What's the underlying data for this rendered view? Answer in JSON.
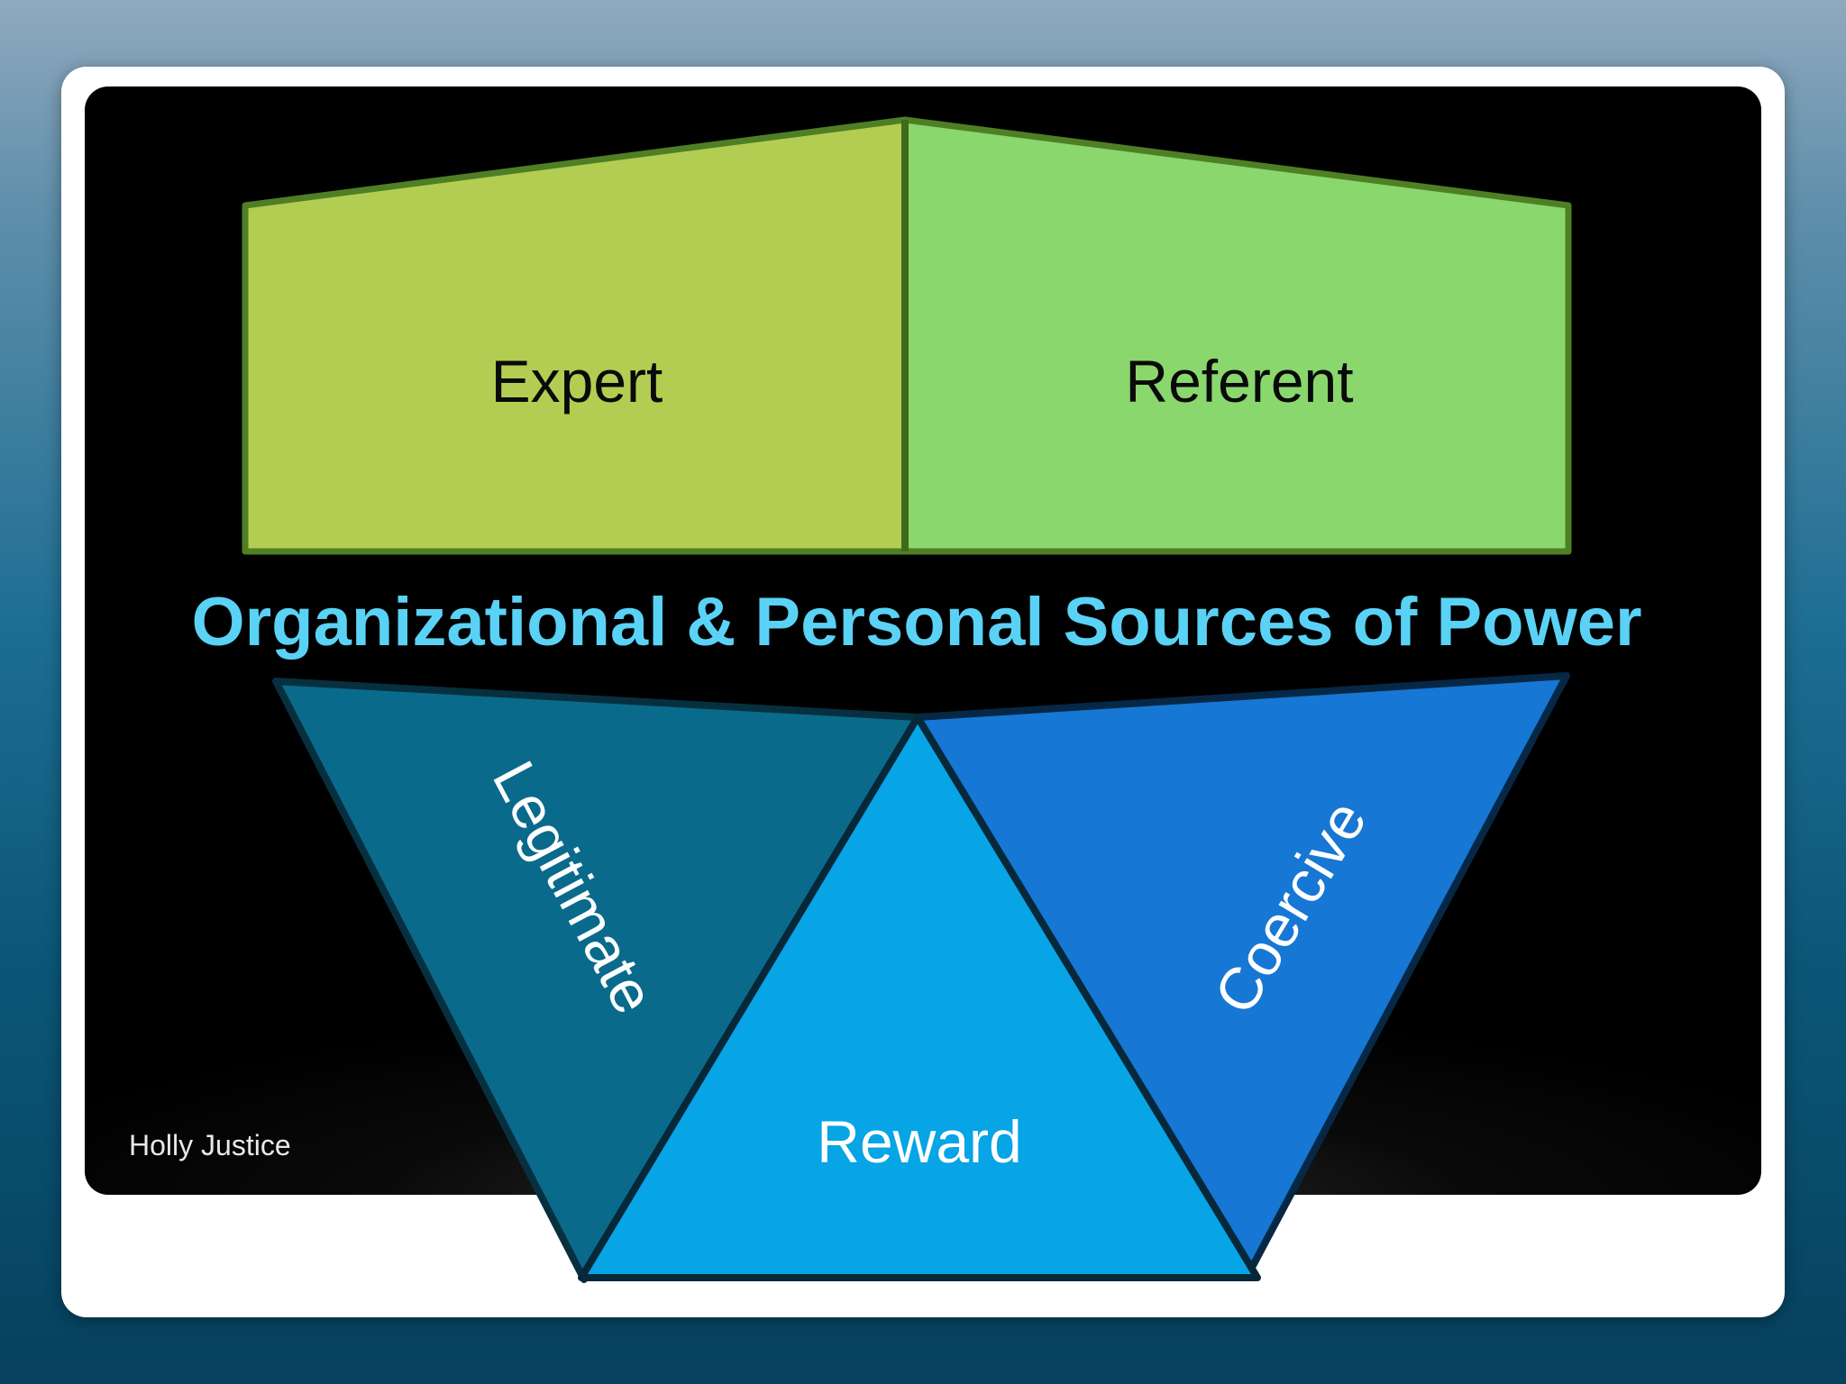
{
  "slide": {
    "title": "Organizational & Personal Sources of Power",
    "author": "Holly Justice"
  },
  "sources": {
    "expert": "Expert",
    "referent": "Referent",
    "legitimate": "Legitimate",
    "reward": "Reward",
    "coercive": "Coercive"
  },
  "colors": {
    "expert": "#b3cd53",
    "referent": "#8ad76e",
    "legitimate": "#0a6a8c",
    "reward": "#07a4e6",
    "coercive": "#1677d4",
    "title": "#5ad2f5"
  }
}
